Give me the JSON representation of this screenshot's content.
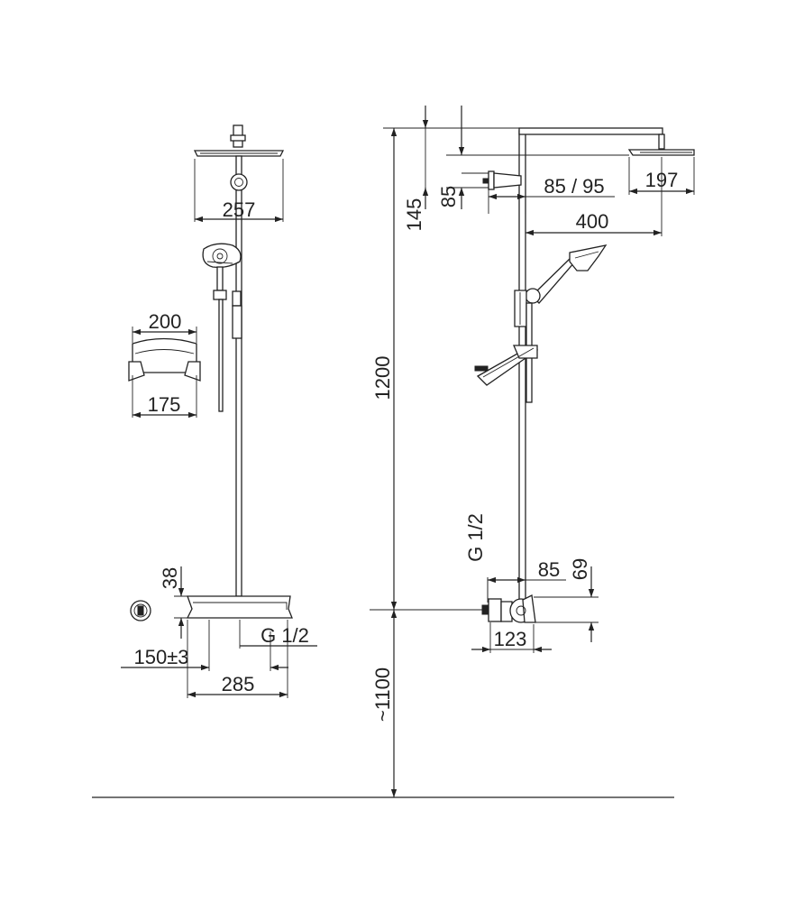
{
  "dimensions": {
    "head_width_front": "257",
    "shelf_width_top": "200",
    "shelf_width_bottom": "175",
    "mixer_height": "38",
    "inlet_front": "G 1/2",
    "inlet_spacing": "150±3",
    "mixer_width": "285",
    "head_drop": "145",
    "holder_height": "85",
    "wall_distance": "85 / 95",
    "head_width_side": "197",
    "arm_reach": "400",
    "column_height": "1200",
    "inlet_side": "G 1/2",
    "mixer_depth_top": "85",
    "mixer_vertical": "69",
    "mixer_depth_bottom": "123",
    "floor_height": "~1100"
  }
}
